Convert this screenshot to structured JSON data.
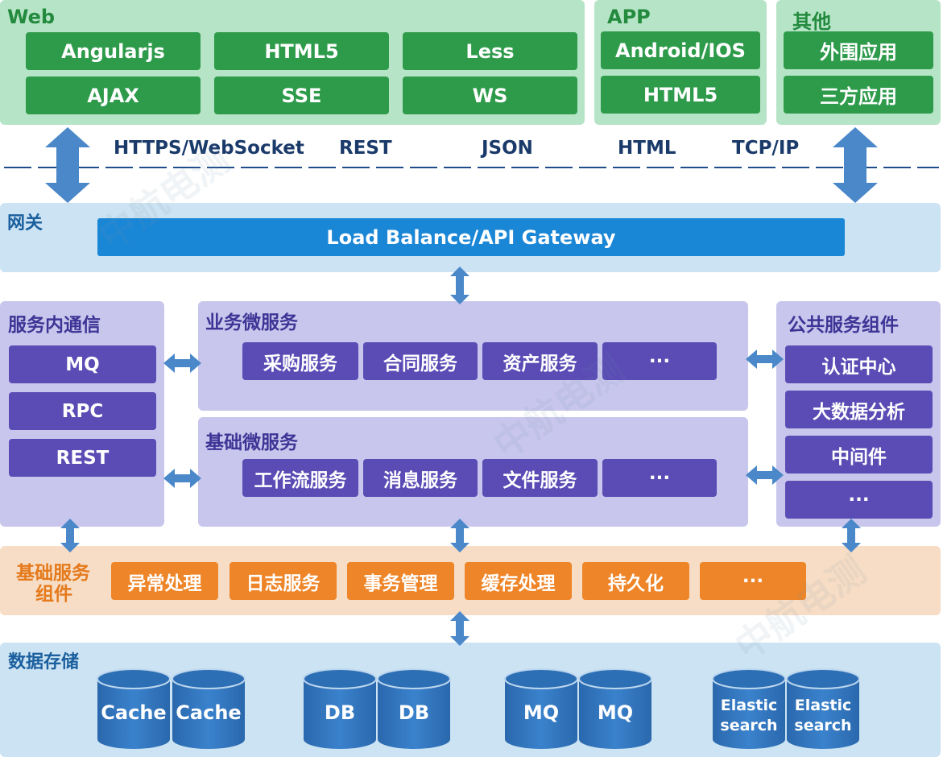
{
  "web": {
    "title": "Web",
    "items": [
      "Angularjs",
      "HTML5",
      "Less",
      "AJAX",
      "SSE",
      "WS"
    ]
  },
  "app": {
    "title": "APP",
    "items": [
      "Android/IOS",
      "HTML5"
    ]
  },
  "other": {
    "title": "其他",
    "items": [
      "外围应用",
      "三方应用"
    ]
  },
  "protocols": [
    "HTTPS/WebSocket",
    "REST",
    "JSON",
    "HTML",
    "TCP/IP"
  ],
  "gateway": {
    "title": "网关",
    "bar": "Load Balance/API Gateway"
  },
  "intra": {
    "title": "服务内通信",
    "items": [
      "MQ",
      "RPC",
      "REST"
    ]
  },
  "business": {
    "title": "业务微服务",
    "items": [
      "采购服务",
      "合同服务",
      "资产服务",
      "···"
    ]
  },
  "basic": {
    "title": "基础微服务",
    "items": [
      "工作流服务",
      "消息服务",
      "文件服务",
      "···"
    ]
  },
  "public": {
    "title": "公共服务组件",
    "items": [
      "认证中心",
      "大数据分析",
      "中间件",
      "···"
    ]
  },
  "components": {
    "title_line1": "基础服务",
    "title_line2": "组件",
    "items": [
      "异常处理",
      "日志服务",
      "事务管理",
      "缓存处理",
      "持久化",
      "···"
    ]
  },
  "storage": {
    "title": "数据存储",
    "cylinders": [
      "Cache",
      "Cache",
      "DB",
      "DB",
      "MQ",
      "MQ",
      "Elastic search",
      "Elastic search"
    ]
  },
  "watermark": "中航电测",
  "colors": {
    "green_panel": "#b6e4c6",
    "green_box": "#2e9b4b",
    "gateway_bar": "#1a86d6",
    "purple_box": "#5a4bb5",
    "orange_box": "#ee8528",
    "cylinder": "#2f74bd",
    "arrow": "#4a88c9"
  }
}
